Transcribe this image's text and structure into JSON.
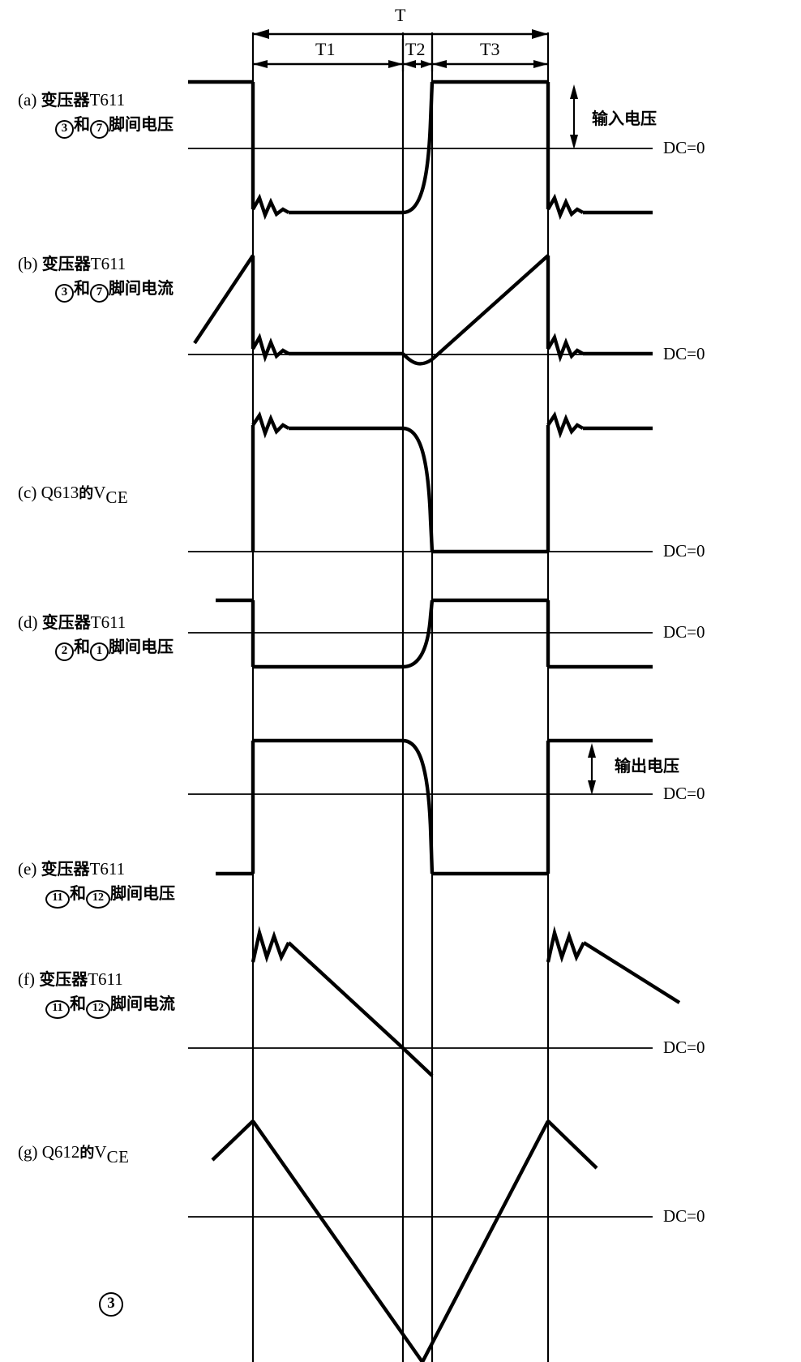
{
  "figure": {
    "number": "3",
    "period_label": "T",
    "intervals": [
      {
        "id": "T1",
        "label": "T1"
      },
      {
        "id": "T2",
        "label": "T2"
      },
      {
        "id": "T3",
        "label": "T3"
      }
    ],
    "baseline_label": "DC=0",
    "annotations": {
      "input_voltage": "输入电压",
      "output_voltage": "输出电压"
    }
  },
  "traces": [
    {
      "tag": "(a)",
      "line1_cn": "变压器",
      "line1_part": "T611",
      "pin_a": "3",
      "conj": "和",
      "pin_b": "7",
      "line2_cn": "脚间电压",
      "baseline": "DC=0",
      "kind": "voltage"
    },
    {
      "tag": "(b)",
      "line1_cn": "变压器",
      "line1_part": "T611",
      "pin_a": "3",
      "conj": "和",
      "pin_b": "7",
      "line2_cn": "脚间电流",
      "baseline": "DC=0",
      "kind": "current"
    },
    {
      "tag": "(c)",
      "device": "Q613",
      "of": "的",
      "symbol": "V",
      "subscript": "CE",
      "baseline": "DC=0",
      "kind": "voltage"
    },
    {
      "tag": "(d)",
      "line1_cn": "变压器",
      "line1_part": "T611",
      "pin_a": "2",
      "conj": "和",
      "pin_b": "1",
      "line2_cn": "脚间电压",
      "baseline": "DC=0",
      "kind": "voltage"
    },
    {
      "tag": "(e)",
      "line1_cn": "变压器",
      "line1_part": "T611",
      "pin_a": "11",
      "conj": "和",
      "pin_b": "12",
      "line2_cn": "脚间电压",
      "baseline": "DC=0",
      "kind": "voltage"
    },
    {
      "tag": "(f)",
      "line1_cn": "变压器",
      "line1_part": "T611",
      "pin_a": "11",
      "conj": "和",
      "pin_b": "12",
      "line2_cn": "脚间电流",
      "baseline": "DC=0",
      "kind": "current"
    },
    {
      "tag": "(g)",
      "device": "Q612",
      "of": "的",
      "symbol": "V",
      "subscript": "CE",
      "baseline": "DC=0",
      "kind": "voltage"
    }
  ],
  "chart_data": {
    "type": "line",
    "title": "",
    "xlabel": "",
    "ylabel": "",
    "grid": true,
    "legend_position": "none",
    "x_boundaries": {
      "t_start": 312,
      "t1_t2": 497,
      "t2_t3": 533,
      "t_end": 676
    },
    "series": [
      {
        "name": "(a) T611 pin3-pin7 voltage",
        "baseline_y": 183,
        "high_y": 101,
        "low_y": 262
      },
      {
        "name": "(b) T611 pin3-pin7 current",
        "baseline_y": 437,
        "peak_y": 315,
        "trough_y": 420
      },
      {
        "name": "(c) Q613 VCE",
        "baseline_y": 680,
        "high_y": 520
      },
      {
        "name": "(d) T611 pin2-pin1 voltage",
        "baseline_y": 780,
        "high_y": 740,
        "low_y": 822
      },
      {
        "name": "(e) T611 pin11-pin12 voltage",
        "baseline_y": 979,
        "high_y": 913,
        "low_y": 1077
      },
      {
        "name": "(f) T611 pin11-pin12 current",
        "baseline_y": 1292,
        "peak_y": 1150,
        "trough_y": 1235
      },
      {
        "name": "(g) Q612 VCE",
        "baseline_y": 1500,
        "peak_y": 1382,
        "trough_y": 1679
      }
    ]
  }
}
